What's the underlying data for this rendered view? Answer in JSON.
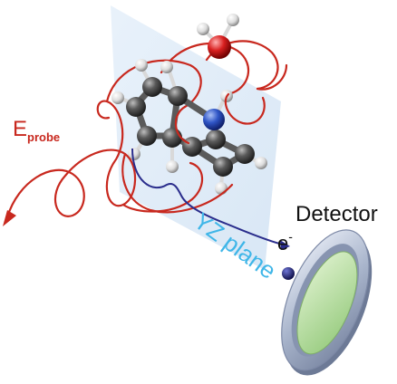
{
  "labels": {
    "probe_main": "E",
    "probe_sub": "probe",
    "plane": "YZ plane",
    "detector": "Detector",
    "electron_main": "e",
    "electron_sup": "-"
  },
  "colors": {
    "wave": "#c8281e",
    "probe_text": "#c8281e",
    "plane_fill": "#dbe9f6",
    "plane_text": "#3fb6e8",
    "electron_path": "#2a2d8c",
    "electron": "#1a1a6e",
    "carbon": "#4d4d4d",
    "hydrogen": "#f2f2f2",
    "nitrogen": "#2f55c6",
    "oxygen": "#d92020",
    "detector_ring": "#a9b5cc",
    "detector_glass": "#b6e0a0"
  },
  "icons": {
    "electron": "electron-dot-icon",
    "detector": "detector-disc-icon",
    "arrow": "arrowhead-icon"
  }
}
